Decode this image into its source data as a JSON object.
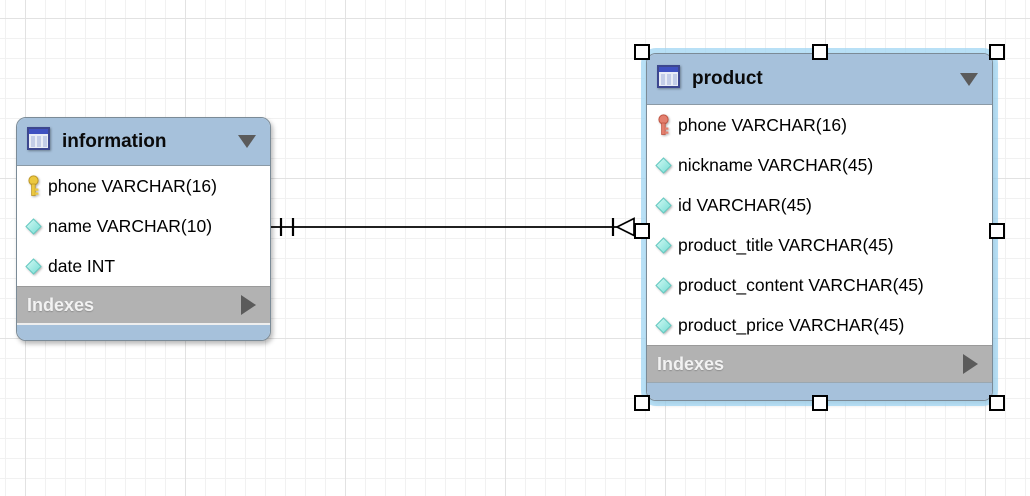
{
  "diagram": {
    "type": "eer-diagram",
    "tables": [
      {
        "id": "information",
        "title": "information",
        "selected": false,
        "columns": [
          {
            "icon": "primary-key-icon",
            "label": "phone VARCHAR(16)"
          },
          {
            "icon": "column-diamond-icon",
            "label": "name VARCHAR(10)"
          },
          {
            "icon": "column-diamond-icon",
            "label": "date INT"
          }
        ],
        "indexes_label": "Indexes"
      },
      {
        "id": "product",
        "title": "product",
        "selected": true,
        "columns": [
          {
            "icon": "foreign-primary-key-icon",
            "label": "phone VARCHAR(16)"
          },
          {
            "icon": "column-diamond-icon",
            "label": "nickname VARCHAR(45)"
          },
          {
            "icon": "column-diamond-icon",
            "label": "id VARCHAR(45)"
          },
          {
            "icon": "column-diamond-icon",
            "label": "product_title VARCHAR(45)"
          },
          {
            "icon": "column-diamond-icon",
            "label": "product_content VARCHAR(45)"
          },
          {
            "icon": "column-diamond-icon",
            "label": "product_price VARCHAR(45)"
          }
        ],
        "indexes_label": "Indexes"
      }
    ],
    "relationship": {
      "from_table": "information",
      "to_table": "product",
      "from_end_notation": "one-and-only-one (double tick)",
      "to_end_notation": "one (tick) with open triangle arrow",
      "line_style": "solid-identifying"
    }
  },
  "colors": {
    "header_blue": "#a6c1db",
    "indexes_gray": "#b2b2b2",
    "selection_glow": "#a0d6f3",
    "primary_key_gold": "#ecc83f",
    "foreign_key_red": "#e47f6e",
    "column_diamond_cyan": "#97eae3",
    "connector_line": "#000000",
    "grid_minor": "#f1f1f1",
    "grid_major": "#e2e2e2"
  }
}
